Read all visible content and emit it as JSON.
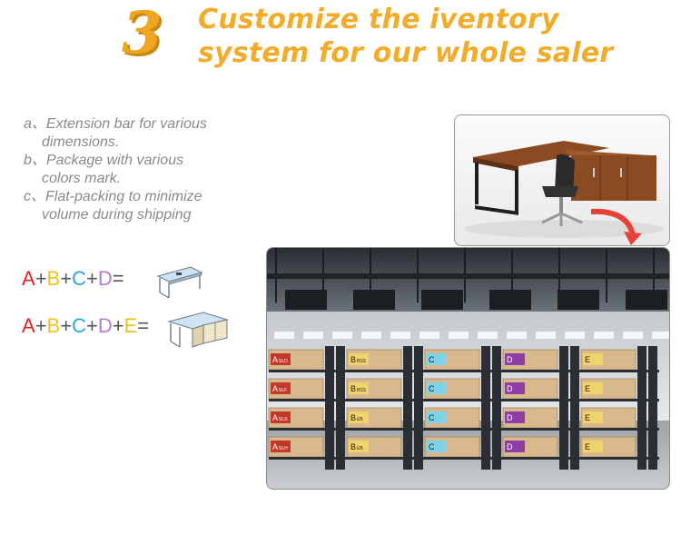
{
  "header": {
    "step_number": "3",
    "title_line1": "Customize the iventory",
    "title_line2": "system for our whole saler"
  },
  "features": [
    {
      "marker": "a、",
      "line1": "Extension bar for various",
      "line2": "dimensions."
    },
    {
      "marker": "b、",
      "line1": "Package with various",
      "line2": "colors mark."
    },
    {
      "marker": "c、",
      "line1": "Flat-packing to minimize",
      "line2": "volume during shipping"
    }
  ],
  "formulas": {
    "row1": {
      "a": "A",
      "b": "B",
      "c": "C",
      "d": "D",
      "plus": "+",
      "equals": "="
    },
    "row2": {
      "a": "A",
      "b": "B",
      "c": "C",
      "d": "D",
      "e": "E",
      "plus": "+",
      "equals": "="
    }
  },
  "warehouse": {
    "columns": [
      {
        "letter": "A",
        "color": "#c0392b",
        "sublabels": [
          "SLD",
          "SLF",
          "SLS",
          "SLH"
        ]
      },
      {
        "letter": "B",
        "color": "#f1d36b",
        "sublabels": [
          "BSS",
          "BSS",
          "EB",
          "EB"
        ]
      },
      {
        "letter": "C",
        "color": "#7fd3e6",
        "sublabels": [
          "",
          "",
          "",
          ""
        ]
      },
      {
        "letter": "D",
        "color": "#8e3fa3",
        "sublabels": [
          "",
          "",
          "",
          ""
        ]
      },
      {
        "letter": "E",
        "color": "#f1d36b",
        "sublabels": [
          "",
          "",
          "",
          ""
        ]
      }
    ]
  },
  "colors": {
    "accent": "#f2ac2c",
    "text_gray": "#8a8a8a",
    "arrow": "#e8413a"
  }
}
